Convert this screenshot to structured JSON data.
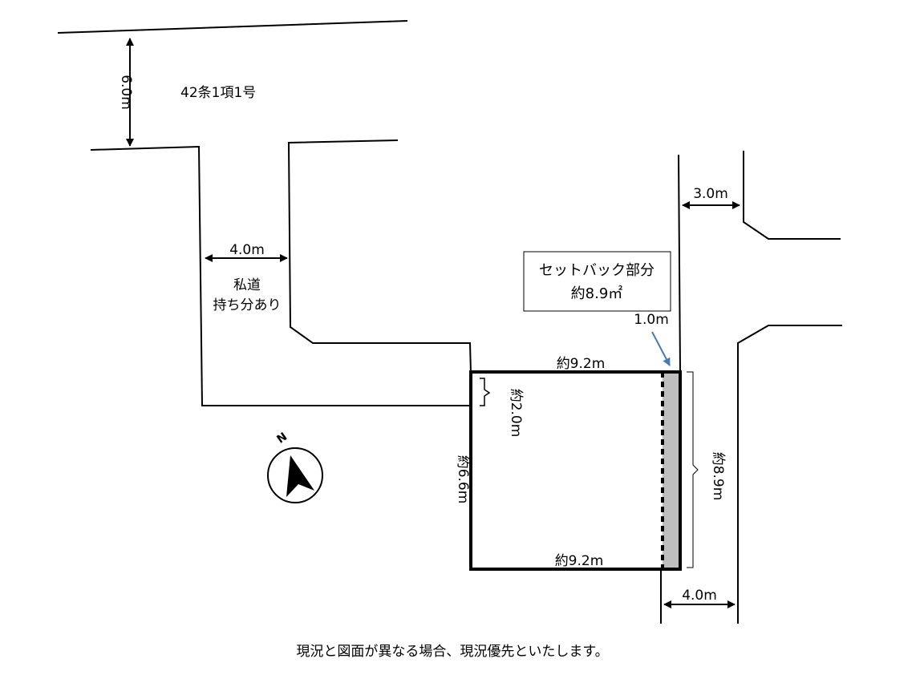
{
  "labels": {
    "road_width_top": "6.0m",
    "road_type": "42条1項1号",
    "private_road_width": "4.0m",
    "private_road_line1": "私道",
    "private_road_line2": "持ち分あり",
    "right_road_width": "3.0m",
    "setback_title": "セットバック部分",
    "setback_area": "約8.9㎡",
    "setback_depth": "1.0m",
    "lot_top": "約9.2m",
    "lot_bottom": "約9.2m",
    "lot_left": "約6.6m",
    "lot_notch": "約2.0m",
    "lot_right": "約8.9m",
    "bottom_road_width": "4.0m",
    "compass_letter": "N",
    "footer_note": "現況と図面が異なる場合、現況優先といたします。"
  },
  "colors": {
    "line": "#000000",
    "setback_fill": "#bfbfbf",
    "arrow_blue": "#4a7ab5"
  },
  "icons": [
    "north-compass-icon",
    "arrow-icon"
  ]
}
